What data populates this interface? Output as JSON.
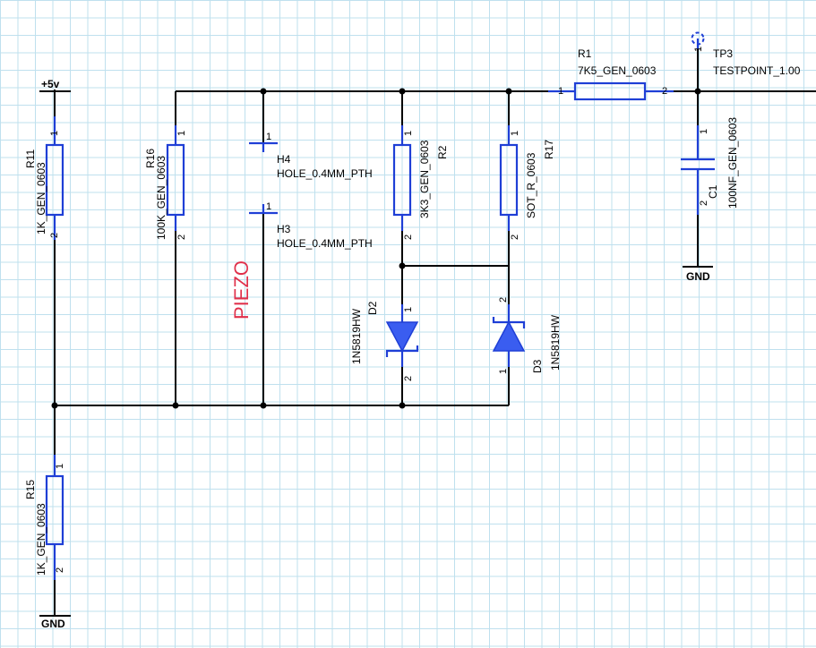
{
  "colors": {
    "background": "#ffffff",
    "grid": "#bfe0ee",
    "wire": "#000000",
    "component": "#1f3fd6",
    "diode_fill": "#3a5df0",
    "label": "#000000",
    "piezo_label": "#e0304a"
  },
  "power": {
    "plus5v": "+5v",
    "gnd_top_right": "GND",
    "gnd_bottom": "GND"
  },
  "r11": {
    "ref": "R11",
    "value": "1K_GEN_0603",
    "pin1": "1",
    "pin2": "2"
  },
  "r15": {
    "ref": "R15",
    "value": "1K_GEN_0603",
    "pin1": "1",
    "pin2": "2"
  },
  "r16": {
    "ref": "R16",
    "value": "100K_GEN_0603",
    "pin1": "1",
    "pin2": "2"
  },
  "h4": {
    "ref": "H4",
    "value": "HOLE_0.4MM_PTH",
    "pin": "1"
  },
  "h3": {
    "ref": "H3",
    "value": "HOLE_0.4MM_PTH",
    "pin": "1"
  },
  "piezo": {
    "text": "PIEZO"
  },
  "r2": {
    "ref": "R2",
    "value": "3K3_GEN_0603",
    "pin1": "1",
    "pin2": "2"
  },
  "r17": {
    "ref": "R17",
    "value": "SOT_R_0603",
    "pin1": "1",
    "pin2": "2"
  },
  "d2": {
    "ref": "D2",
    "value": "1N5819HW",
    "pin1": "1",
    "pin2": "2"
  },
  "d3": {
    "ref": "D3",
    "value": "1N5819HW",
    "pin1": "1",
    "pin2": "2"
  },
  "r1": {
    "ref": "R1",
    "value": "7K5_GEN_0603",
    "pin1": "1",
    "pin2": "2"
  },
  "tp3": {
    "ref": "TP3",
    "value": "TESTPOINT_1.00",
    "pin": "1"
  },
  "c1": {
    "ref": "C1",
    "value": "100NF_GEN_0603",
    "pin1": "1",
    "pin2": "2"
  }
}
